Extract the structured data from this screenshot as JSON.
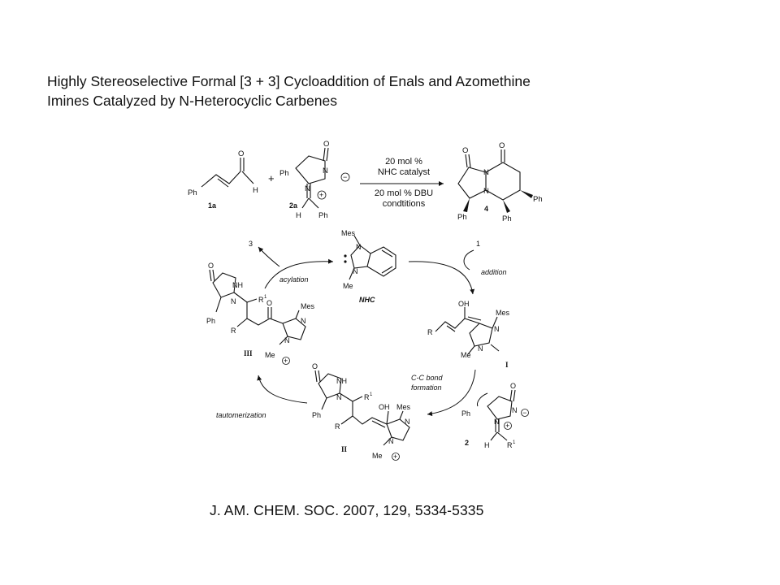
{
  "title": {
    "line1": "Highly Stereoselective Formal [3 + 3] Cycloaddition of Enals and Azomethine",
    "line2": "Imines Catalyzed by N-Heterocyclic Carbenes"
  },
  "citation": "J. AM. CHEM. SOC. 2007, 129, 5334-5335",
  "reaction": {
    "plus": "+",
    "conditions": [
      "20 mol %",
      "NHC catalyst",
      "20 mol % DBU",
      "condtitions"
    ],
    "reactant1_label": "1a",
    "reactant2_label": "2a",
    "product_label": "4"
  },
  "cycle": {
    "center_label": "NHC",
    "step_labels": {
      "addition": "addition",
      "cc_bond": "C-C bond",
      "cc_bond2": "formation",
      "tautomerization": "tautomerization",
      "acylation": "acylation"
    },
    "arrow_labels": {
      "in1": "1",
      "in2": "2",
      "out3": "3"
    },
    "intermediates": {
      "I": "I",
      "II": "II",
      "III": "III"
    }
  },
  "atoms": {
    "Ph": "Ph",
    "H": "H",
    "O": "O",
    "N": "N",
    "NH": "NH",
    "OH": "OH",
    "Mes": "Mes",
    "Me": "Me",
    "R": "R",
    "R1": "R",
    "sup1": "1",
    "minus": "−",
    "plus": "+"
  }
}
